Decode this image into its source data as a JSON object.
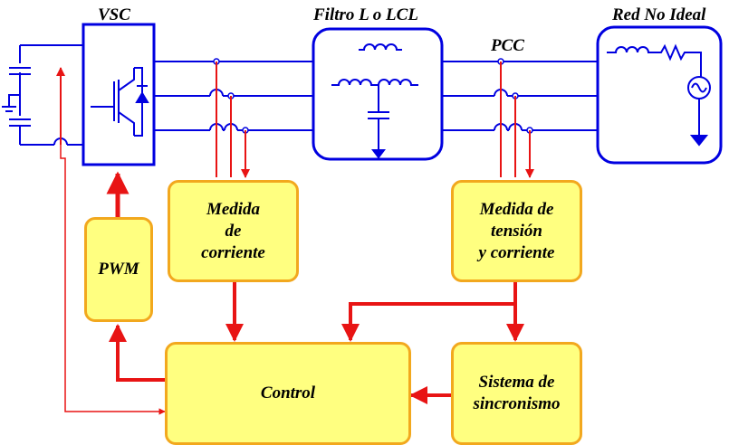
{
  "labels": {
    "vsc": "VSC",
    "filter": "Filtro L o LCL",
    "pcc": "PCC",
    "grid": "Red No Ideal"
  },
  "blocks": {
    "current_meas": "Medida\nde\ncorriente",
    "vi_meas": "Medida de\ntensión\ny corriente",
    "pwm": "PWM",
    "control": "Control",
    "sync": "Sistema de\nsincronismo"
  },
  "colors": {
    "power": "#0000e0",
    "signal": "#e81414",
    "block_fill": "#ffff80",
    "block_border": "#f2a81e"
  }
}
